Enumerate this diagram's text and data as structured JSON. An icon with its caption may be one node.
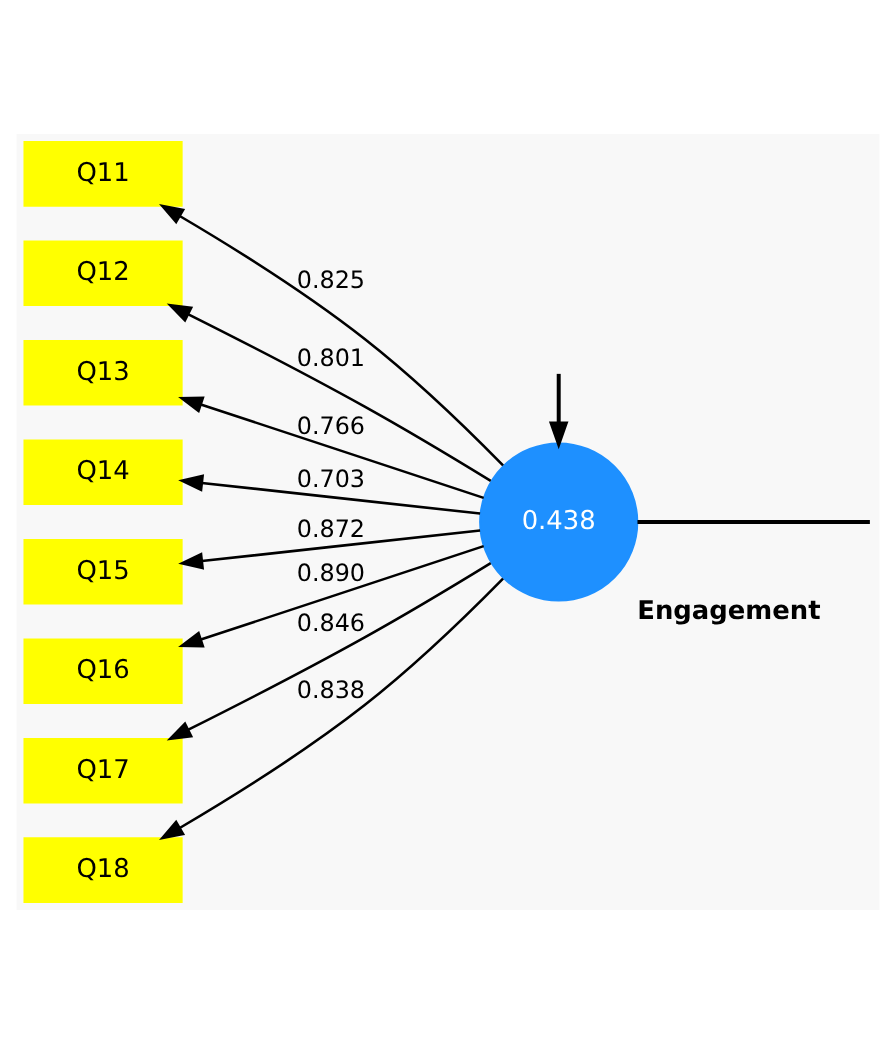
{
  "diagram": {
    "nodes": [
      {
        "text": [
          "0.438"
        ],
        "beside": [
          "Engagement"
        ]
      },
      {
        "text": [
          "Q11"
        ]
      },
      {
        "text": [
          "Q12"
        ]
      },
      {
        "text": [
          "Q13"
        ]
      },
      {
        "text": [
          "Q14"
        ]
      },
      {
        "text": [
          "Q15"
        ]
      },
      {
        "text": [
          "Q16"
        ]
      },
      {
        "text": [
          "Q17"
        ]
      },
      {
        "text": [
          "Q18"
        ]
      }
    ],
    "edges": [
      {
        "from": 0,
        "to": 1,
        "arrow": "to",
        "label": "0.825"
      },
      {
        "from": 0,
        "to": 2,
        "arrow": "to",
        "label": "0.801"
      },
      {
        "from": 0,
        "to": 3,
        "arrow": "to",
        "label": "0.766"
      },
      {
        "from": 0,
        "to": 4,
        "arrow": "to",
        "label": "0.703"
      },
      {
        "from": 0,
        "to": 5,
        "arrow": "to",
        "label": "0.872"
      },
      {
        "from": 0,
        "to": 6,
        "arrow": "to",
        "label": "0.890"
      },
      {
        "from": 0,
        "to": 7,
        "arrow": "to",
        "label": "0.846"
      },
      {
        "from": 0,
        "to": 8,
        "arrow": "to",
        "label": "0.838"
      },
      {
        "from": 0,
        "to": null,
        "arrow": "none"
      },
      {
        "from": null,
        "to": 0,
        "arrow": "to"
      }
    ]
  }
}
